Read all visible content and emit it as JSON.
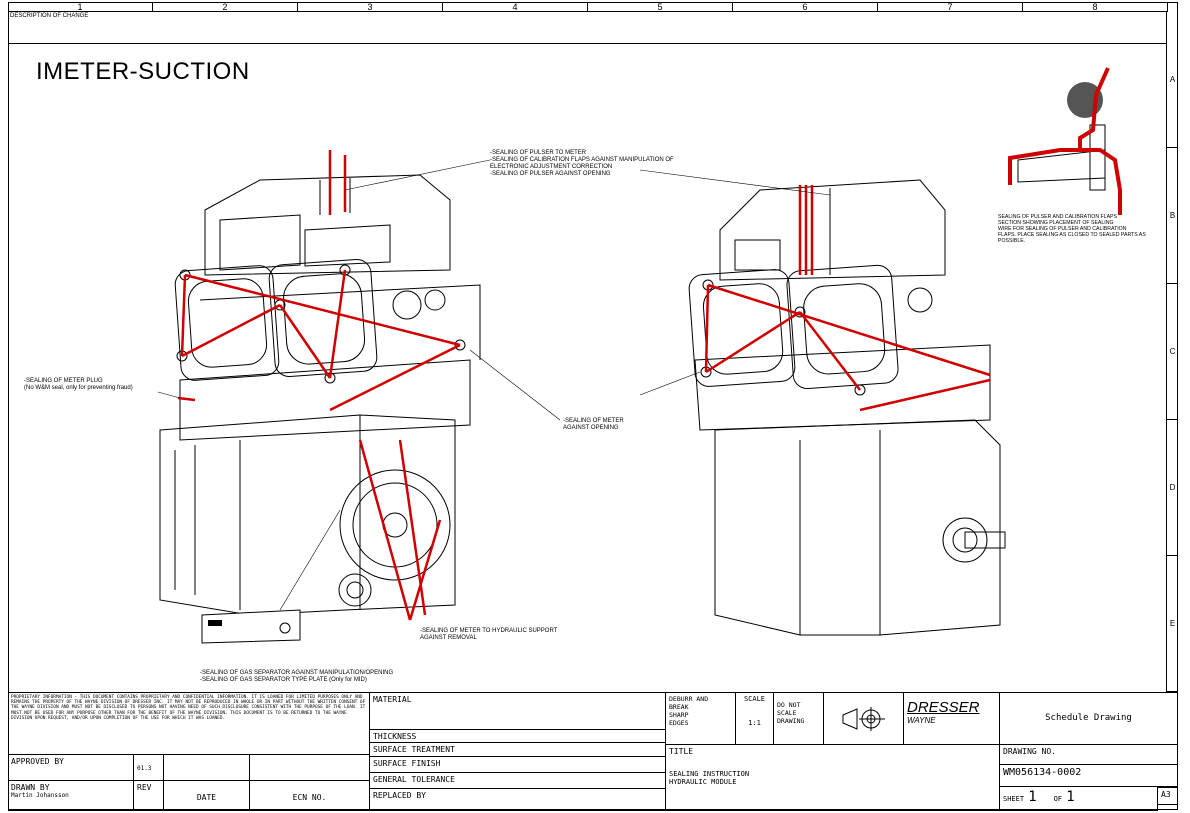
{
  "grid": {
    "columns": [
      "1",
      "2",
      "3",
      "4",
      "5",
      "6",
      "7",
      "8"
    ],
    "rows": [
      "A",
      "B",
      "C",
      "D",
      "E"
    ]
  },
  "header": {
    "description_of_change": "DESCRIPTION OF CHANGE"
  },
  "title": "IMETER-SUCTION",
  "notes": {
    "pulser": "-SEALING OF PULSER TO METER\n-SEALING OF CALIBRATION FLAPS AGAINST MANIPULATION OF\nELECTRONIC ADJUSTMENT CORRECTION\n-SEALING OF PULSER AGAINST OPENING",
    "section": "SEALING OF PULSER AND CALIBRATION FLAPS\nSECTION SHOWING PLACEMENT OF SEALING\nWIRE FOR SEALING OF PULSER AND CALIBRATION\nFLAPS. PLACE SEALING AS CLOSED TO SEALED PARTS AS\nPOSSIBLE.",
    "meter_plug": "-SEALING OF METER PLUG\n(No W&M seal, only for preventing fraud)",
    "meter_opening": "-SEALING OF METER\nAGAINST OPENING",
    "hydraulic_support": "-SEALING OF METER TO HYDRAULIC SUPPORT\nAGAINST REMOVAL",
    "gas_separator": "-SEALING OF GAS SEPARATOR AGAINST MANIPULATION/OPENING\n-SEALING OF GAS SEPARATOR TYPE PLATE (Only for MID)"
  },
  "title_block": {
    "proprietary": "PROPRIETARY INFORMATION - THIS DOCUMENT CONTAINS PROPRIETARY AND CONFIDENTIAL INFORMATION. IT IS LOANED FOR LIMITED PURPOSES ONLY AND REMAINS THE PROPERTY OF THE WAYNE DIVISION OF DRESSER INC. IT MAY NOT BE REPRODUCED IN WHOLE OR IN PART WITHOUT THE WRITTEN CONSENT OF THE WAYNE DIVISION AND MUST NOT BE DISCLOSED TO PERSONS NOT HAVING NEED OF SUCH DISCLOSURE CONSISTENT WITH THE PURPOSE OF THE LOAN. IT MUST NOT BE USED FOR ANY PURPOSE OTHER THAN FOR THE BENEFIT OF THE WAYNE DIVISION. THIS DOCUMENT IS TO BE RETURNED TO THE WAYNE DIVISION UPON REQUEST, AND/OR UPON COMPLETION OF THE USE FOR WHICH IT WAS LOANED.",
    "approved_by": "APPROVED BY",
    "rev_value": "01.3",
    "drawn_by": "DRAWN BY",
    "drawn_by_name": "Martin Johansson",
    "rev": "REV",
    "date": "DATE",
    "ecn": "ECN NO.",
    "material": "MATERIAL",
    "thickness": "THICKNESS",
    "surface_treatment": "SURFACE TREATMENT",
    "surface_finish": "SURFACE FINISH",
    "general_tolerance": "GENERAL TOLERANCE",
    "replaced_by": "REPLACED BY",
    "deburr": "DEBURR AND\nBREAK\nSHARP\nEDGES",
    "scale_label": "SCALE",
    "scale_value": "1:1",
    "do_not_scale": "DO NOT\nSCALE\nDRAWING",
    "logo": "DRESSER",
    "logo_sub": "WAYNE",
    "schedule": "Schedule Drawing",
    "title_label": "TITLE",
    "title_text": "SEALING INSTRUCTION\nHYDRAULIC MODULE",
    "drawing_no_label": "DRAWING NO.",
    "drawing_no": "WM056134-0002",
    "sheet_label": "SHEET",
    "sheet_value": "1",
    "of_label": "OF",
    "of_value": "1",
    "size": "A3"
  }
}
